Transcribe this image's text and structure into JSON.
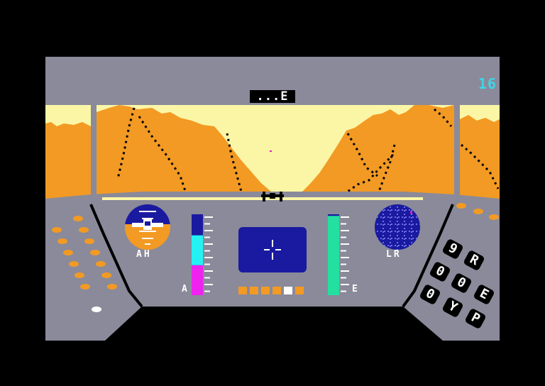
{
  "hud": {
    "counter": "16",
    "compass": "...E"
  },
  "gauges": {
    "artificial_horizon_label": "AH",
    "long_range_label": "LR",
    "altitude_label": "A",
    "energy_label": "E",
    "altitude_level": 0.74,
    "energy_level": 0.98
  },
  "indicator_lights": [
    "off",
    "off",
    "off",
    "off",
    "on",
    "off"
  ],
  "keypad": {
    "keys": [
      "9",
      "R",
      "0",
      "0",
      "E",
      "0",
      "Y",
      "P"
    ]
  },
  "colors": {
    "sky": "#fbf6a6",
    "terrain": "#f29a24",
    "cockpit": "#8a8a9a",
    "radar": "#1a1aa0",
    "counter": "#3fd5e6",
    "altitude_cyan": "#24f2f2",
    "altitude_magenta": "#ef22ef",
    "energy_green": "#24e0a0",
    "indicator_on": "#ffffff",
    "indicator_off": "#f29a24"
  }
}
